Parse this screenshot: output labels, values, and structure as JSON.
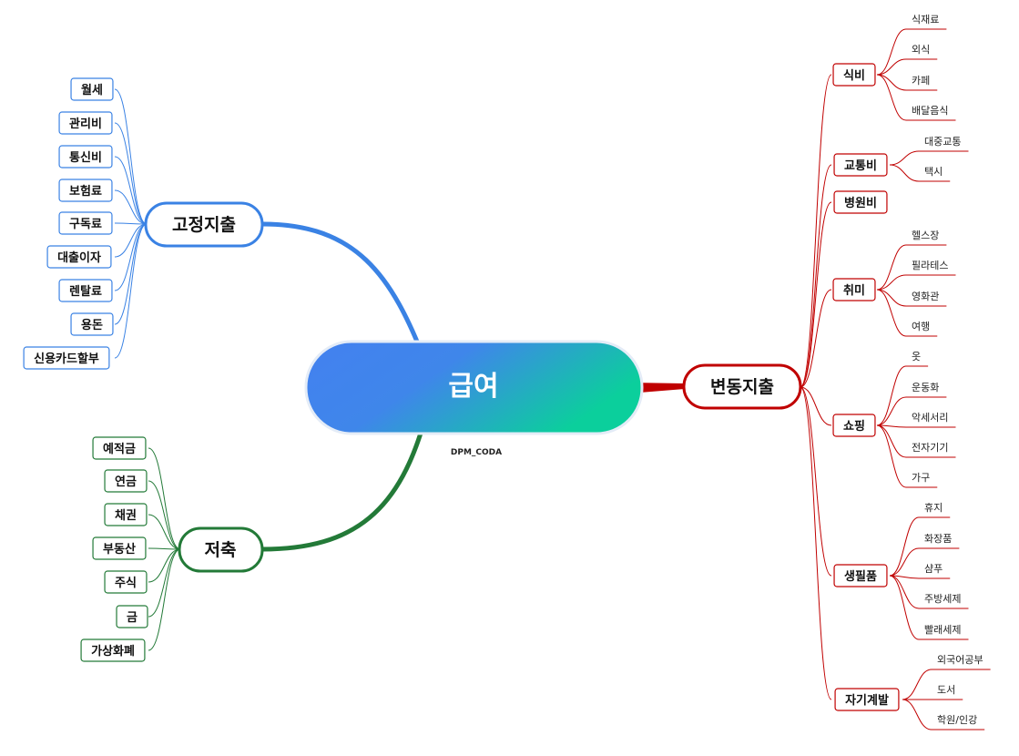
{
  "root": {
    "label": "급여",
    "caption": "DPM_CODA"
  },
  "colors": {
    "fixed": "#3a82e4",
    "savings": "#237a38",
    "variable": "#c00000",
    "root_start": "#4381f0",
    "root_end": "#0bcf9c"
  },
  "fixed": {
    "label": "고정지출",
    "items": [
      "월세",
      "관리비",
      "통신비",
      "보험료",
      "구독료",
      "대출이자",
      "렌탈료",
      "용돈",
      "신용카드할부"
    ]
  },
  "savings": {
    "label": "저축",
    "items": [
      "예적금",
      "연금",
      "채권",
      "부동산",
      "주식",
      "금",
      "가상화폐"
    ]
  },
  "variable": {
    "label": "변동지출",
    "categories": [
      {
        "label": "식비",
        "items": [
          "식재료",
          "외식",
          "카페",
          "배달음식"
        ]
      },
      {
        "label": "교통비",
        "items": [
          "대중교통",
          "택시"
        ]
      },
      {
        "label": "병원비",
        "items": []
      },
      {
        "label": "취미",
        "items": [
          "헬스장",
          "필라테스",
          "영화관",
          "여행"
        ]
      },
      {
        "label": "쇼핑",
        "items": [
          "옷",
          "운동화",
          "악세서리",
          "전자기기",
          "가구"
        ]
      },
      {
        "label": "생필품",
        "items": [
          "휴지",
          "화장품",
          "샴푸",
          "주방세제",
          "빨래세제"
        ]
      },
      {
        "label": "자기계발",
        "items": [
          "외국어공부",
          "도서",
          "학원/인강"
        ]
      }
    ]
  }
}
